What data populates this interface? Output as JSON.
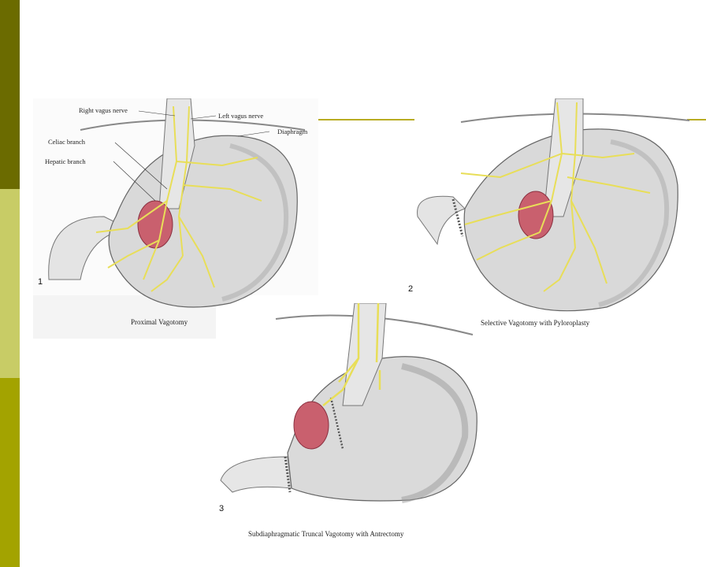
{
  "theme": {
    "sidebar_top": "#6b6b00",
    "sidebar_middle": "#c8cc66",
    "sidebar_bottom": "#a3a300",
    "accent_line": "#b8ac22",
    "stomach_shade": "#bcbcbc",
    "nerve": "#e8de58",
    "esophagus_mucosa": "#c9606e"
  },
  "figures": [
    {
      "number": "1",
      "caption": "Proximal Vagotomy",
      "labels": {
        "right_vagus": "Right vagus nerve",
        "left_vagus": "Left vagus nerve",
        "diaphragm": "Diaphragm",
        "celiac": "Celiac branch",
        "hepatic": "Hepatic branch"
      }
    },
    {
      "number": "2",
      "caption": "Selective Vagotomy with Pyloroplasty"
    },
    {
      "number": "3",
      "caption": "Subdiaphragmatic Truncal Vagotomy with Antrectomy"
    }
  ]
}
